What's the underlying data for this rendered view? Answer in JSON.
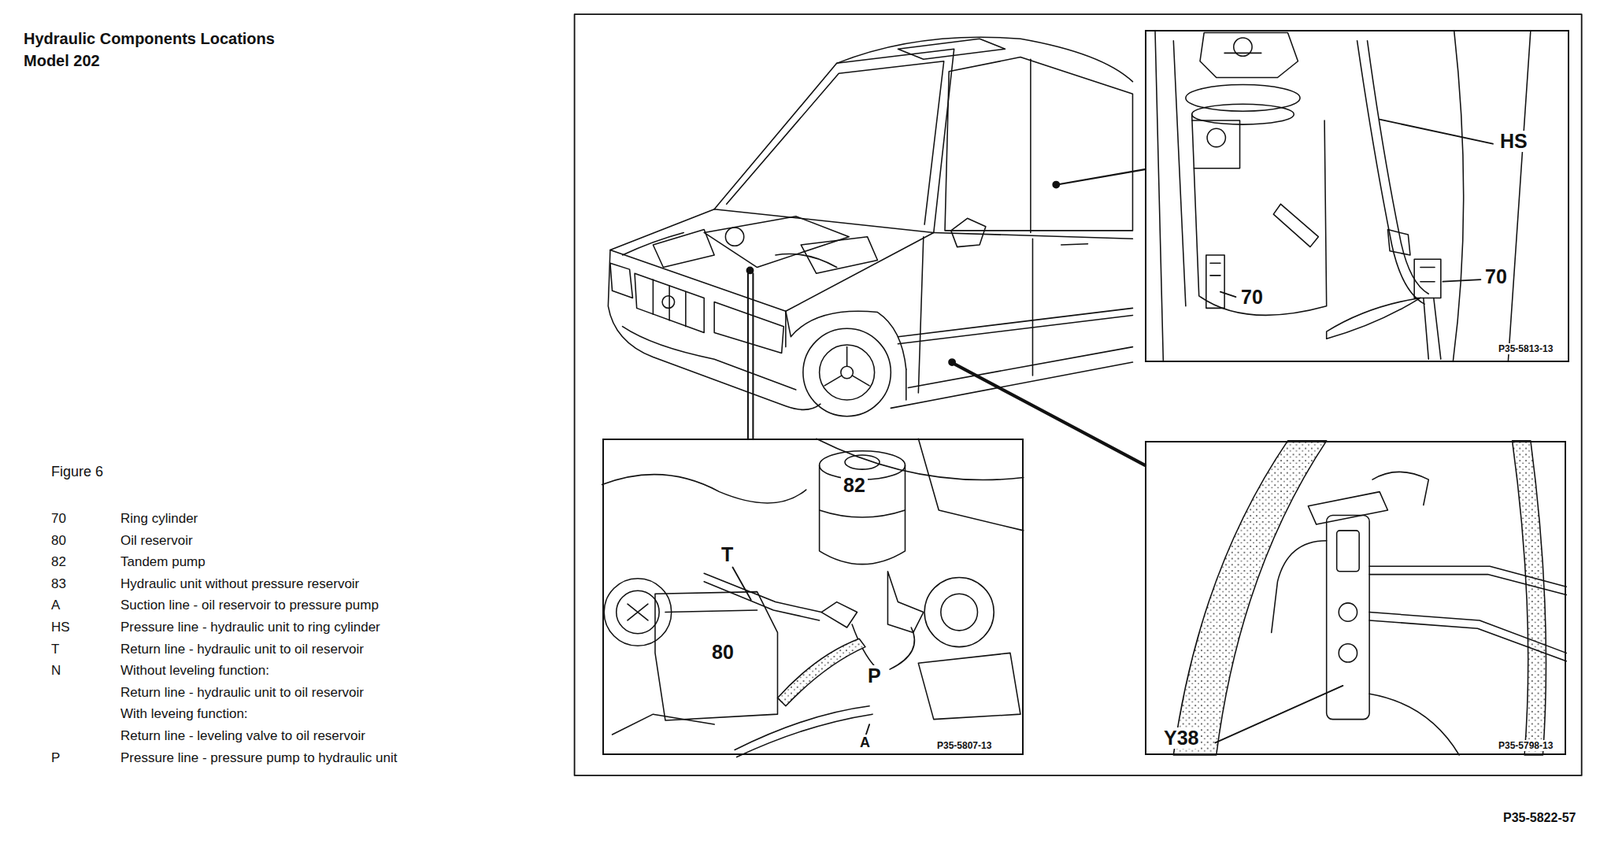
{
  "diagram": {
    "title": "Hydraulic Components Locations",
    "nodes": [
      {
        "text": [
          "HS",
          "70",
          "70",
          "P35-5813-13"
        ]
      },
      {
        "text": [
          "T",
          "82",
          "80",
          "P",
          "A",
          "P35-5807-13"
        ]
      },
      {
        "text": [
          "Y38",
          "P35-5798-13"
        ]
      }
    ],
    "labels": [
      "Model 202",
      "Figure 6",
      "70",
      "Ring cylinder",
      "80",
      "Oil reservoir",
      "82",
      "Tandem pump",
      "83",
      "Hydraulic unit without pressure reservoir",
      "A",
      "Suction line - oil reservoir to pressure pump",
      "HS",
      "Pressure line - hydraulic unit to ring cylinder",
      "T",
      "Return line - hydraulic unit to oil reservoir",
      "N",
      "Without leveling function:",
      "Return line - hydraulic unit to oil reservoir",
      "With leveing function:",
      "Return line - leveling valve to oil reservoir",
      "P",
      "Pressure line - pressure pump to hydraulic unit",
      "P35-5822-57"
    ]
  }
}
